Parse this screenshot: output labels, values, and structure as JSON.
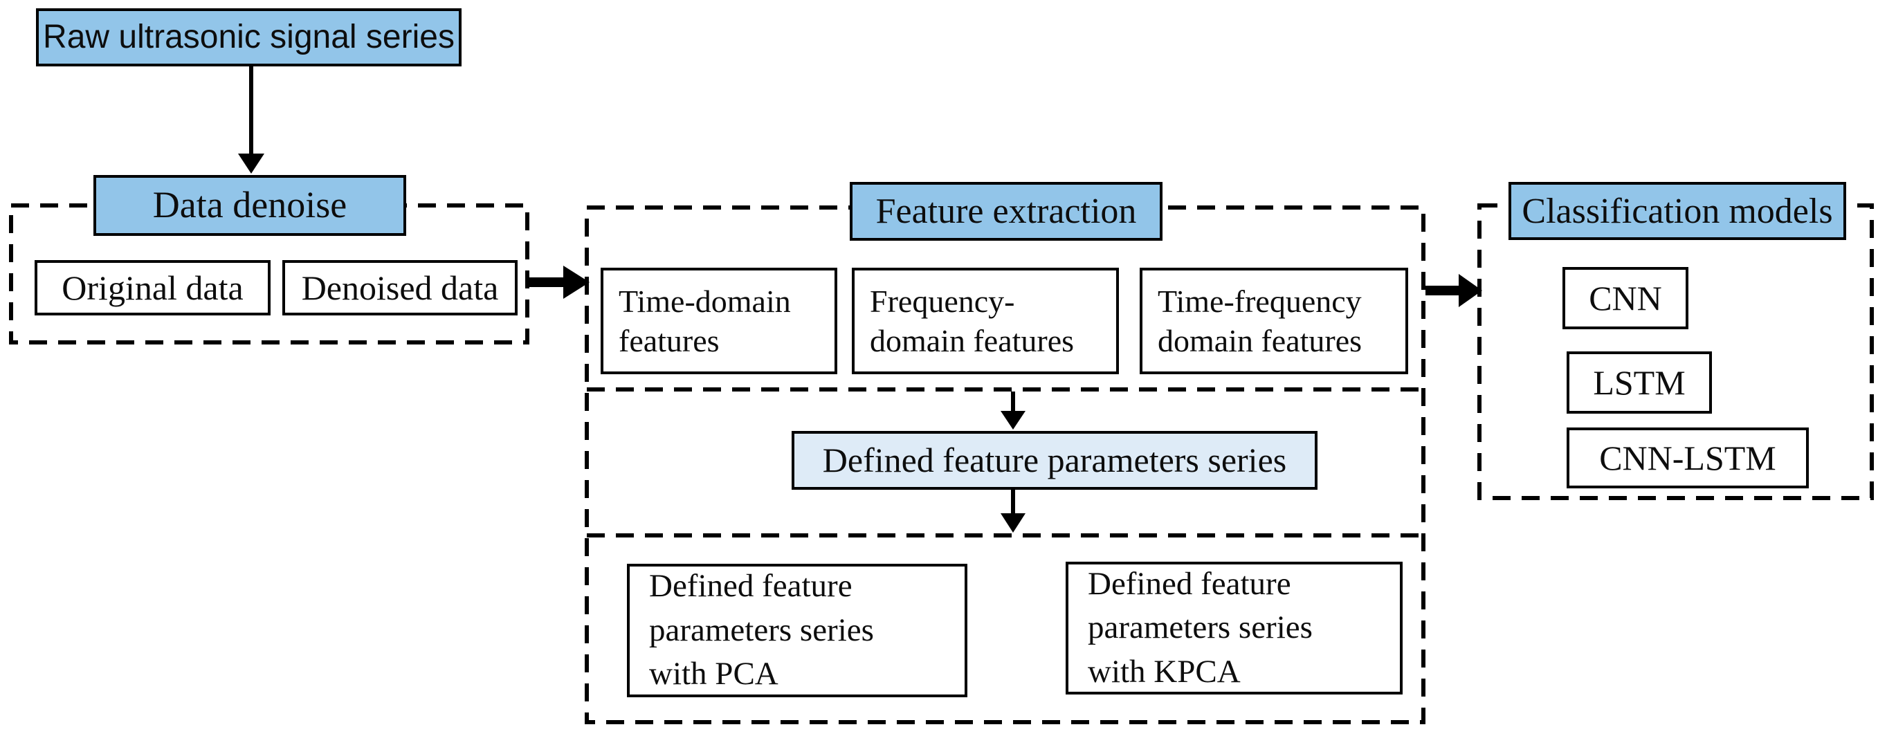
{
  "figure": {
    "type": "flowchart",
    "background": "#FFFFFF",
    "colors": {
      "group_title_fill": "#92C5E9",
      "highlight_fill": "#DEEBF7",
      "plain_box_fill": "#FFFFFF",
      "line_color": "#000000",
      "text_color": "#0D0D0D"
    },
    "nodes": {
      "raw_signal": {
        "label": "Raw ultrasonic signal series"
      },
      "data_denoise": {
        "label": "Data denoise"
      },
      "original_data": {
        "label": "Original data"
      },
      "denoised_data": {
        "label": "Denoised data"
      },
      "feature_extraction": {
        "label": "Feature extraction"
      },
      "time_domain": {
        "label": "Time-domain\nfeatures"
      },
      "frequency_domain": {
        "label": "Frequency-\ndomain features"
      },
      "time_frequency": {
        "label": "Time-frequency\ndomain features"
      },
      "defined_series": {
        "label": "Defined feature parameters series"
      },
      "pca": {
        "label": "Defined feature\nparameters series\nwith PCA"
      },
      "kpca": {
        "label": "Defined feature\nparameters series\nwith KPCA"
      },
      "classification": {
        "label": "Classification models"
      },
      "cnn": {
        "label": "CNN"
      },
      "lstm": {
        "label": "LSTM"
      },
      "cnn_lstm": {
        "label": "CNN-LSTM"
      }
    },
    "groups": [
      {
        "title": "Data denoise",
        "members": [
          "Original data",
          "Denoised data"
        ]
      },
      {
        "title": "Feature extraction",
        "members": [
          "Time-domain features",
          "Frequency-domain features",
          "Time-frequency domain features",
          "Defined feature parameters series",
          "Defined feature parameters series with PCA",
          "Defined feature parameters series with KPCA"
        ]
      },
      {
        "title": "Classification models",
        "members": [
          "CNN",
          "LSTM",
          "CNN-LSTM"
        ]
      }
    ],
    "edges": [
      {
        "from": "Raw ultrasonic signal series",
        "to": "Data denoise",
        "style": "thin-arrow-down"
      },
      {
        "from": "Data denoise group",
        "to": "Feature extraction group",
        "style": "thick-arrow-right"
      },
      {
        "from": "Feature boxes row",
        "to": "Defined feature parameters series",
        "style": "thin-arrow-down"
      },
      {
        "from": "Defined feature parameters series",
        "to": "PCA / KPCA boxes",
        "style": "thin-arrow-down"
      },
      {
        "from": "Feature extraction group",
        "to": "Classification models group",
        "style": "thick-arrow-right"
      }
    ]
  }
}
